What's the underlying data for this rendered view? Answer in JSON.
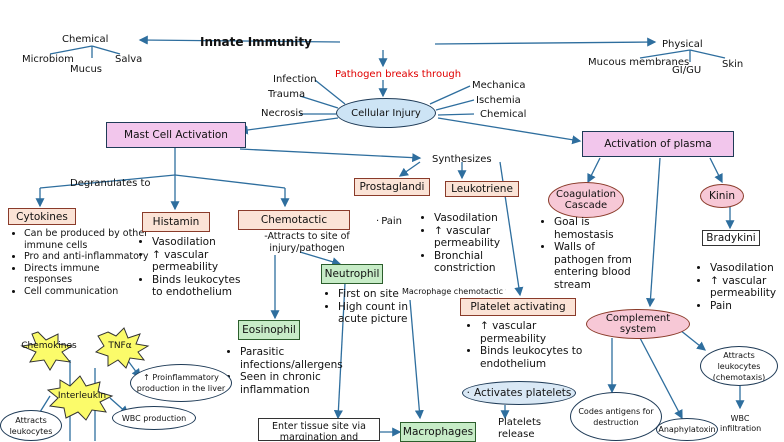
{
  "title": "Innate Immunity",
  "top": {
    "chemical": {
      "label": "Chemical",
      "items": [
        "Microbiom",
        "Mucus",
        "Salva"
      ]
    },
    "physical": {
      "label": "Physical",
      "items": [
        "Mucous membranes",
        "GI/GU",
        "Skin"
      ]
    },
    "pathogen": "Pathogen breaks through"
  },
  "injury": {
    "center": "Cellular Injury",
    "left": [
      "Infection",
      "Trauma",
      "Necrosis"
    ],
    "right": [
      "Mechanica",
      "Ischemia",
      "Chemical"
    ]
  },
  "mast": {
    "label": "Mast Cell Activation",
    "degranulates": "Degranulates to",
    "synthesizes": "Synthesizes"
  },
  "cytokines": {
    "label": "Cytokines",
    "items": [
      "Can be produced by other immune cells",
      "Pro and anti-inflammatory",
      "Directs immune responses",
      "Cell communication"
    ]
  },
  "histamin": {
    "label": "Histamin",
    "items": [
      "Vasodilation",
      "↑ vascular permeability",
      "Binds leukocytes to endothelium"
    ]
  },
  "chemotactic": {
    "label": "Chemotactic",
    "note": "-Attracts to site of injury/pathogen"
  },
  "neutrophil": {
    "label": "Neutrophil",
    "items": [
      "First on site",
      "High count in acute picture"
    ]
  },
  "eosinophil": {
    "label": "Eosinophil",
    "items": [
      "Parasitic infections/allergens",
      "Seen in chronic inflammation"
    ]
  },
  "prostaglandi": {
    "label": "Prostaglandi",
    "items": [
      "Pain"
    ]
  },
  "leukotriene": {
    "label": "Leukotriene",
    "items": [
      "Vasodilation",
      "↑ vascular permeability",
      "Bronchial constriction"
    ]
  },
  "macrophage_note": "Macrophage chemotactic factor",
  "platelet": {
    "label": "Platelet activating",
    "items": [
      "↑ vascular permeability",
      "Binds leukocytes to endothelium",
      "Activates platelets"
    ],
    "release": "Platelets release"
  },
  "enter_tissue": "Enter tissue site via margination and",
  "macrophages": "Macrophages",
  "plasma": {
    "label": "Activation of plasma",
    "coag": "Coagulation Cascade",
    "coag_items": [
      "Goal is hemostasis",
      "Walls of pathogen from entering blood stream"
    ],
    "kinin": "Kinin",
    "bradykinin": "Bradykini",
    "brady_items": [
      "Vasodilation",
      "↑ vascular permeability",
      "Pain"
    ],
    "complement": "Complement system",
    "attracts": "Attracts leukocytes (chemotaxis)",
    "codes": "Codes antigens for destruction",
    "anaphylatoxin": "Anaphylatoxin",
    "wbc_inf": "WBC infiltration"
  },
  "left_cluster": {
    "chemokines": "Chemokines",
    "tnf": "TNFα",
    "interleukin": "Interleukin",
    "proinflammatory": "↑ Proinflammatory production in the liver",
    "wbc_production": "WBC production",
    "attracts": "Attracts leukocytes"
  },
  "colors": {
    "pink": "#f2c6ec",
    "peach": "#fbe3d6",
    "green": "#c7ecc7",
    "arrow": "#2e6e9e",
    "star": "#fbfb6a",
    "red": "#e00000"
  }
}
